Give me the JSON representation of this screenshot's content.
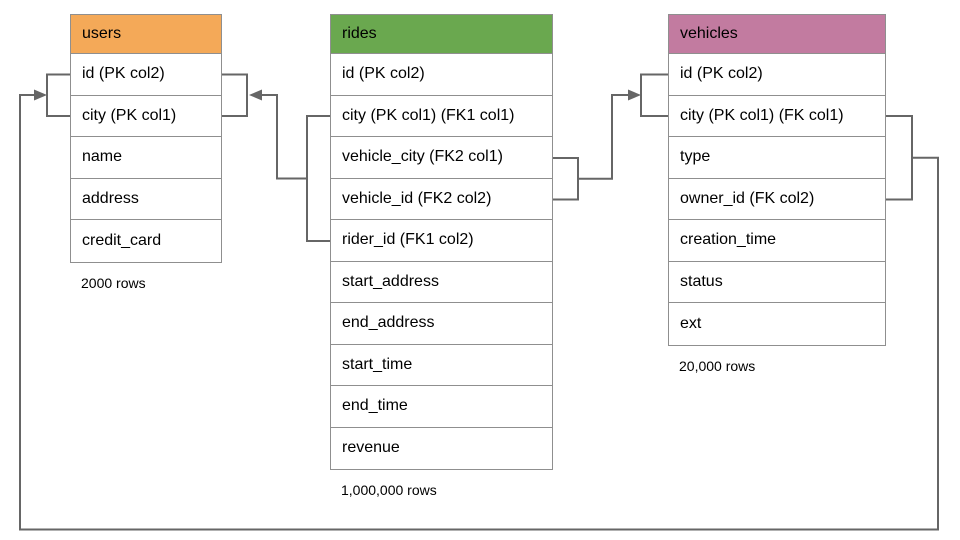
{
  "diagram": {
    "title": "database schema diagram",
    "colors": {
      "users_header": "#F4A958",
      "rides_header": "#6AA84F",
      "vehicles_header": "#C27BA0",
      "table_border": "#8F8F8F",
      "connector": "#666666",
      "background": "#FFFFFF"
    },
    "tables": [
      {
        "name": "users",
        "header_color": "#F4A958",
        "row_count_label": "2000 rows",
        "columns": [
          "id (PK col2)",
          "city (PK col1)",
          "name",
          "address",
          "credit_card"
        ]
      },
      {
        "name": "rides",
        "header_color": "#6AA84F",
        "row_count_label": "1,000,000 rows",
        "columns": [
          "id (PK col2)",
          "city (PK col1) (FK1 col1)",
          "vehicle_city (FK2 col1)",
          "vehicle_id (FK2 col2)",
          "rider_id (FK1 col2)",
          "start_address",
          "end_address",
          "start_time",
          "end_time",
          "revenue"
        ]
      },
      {
        "name": "vehicles",
        "header_color": "#C27BA0",
        "row_count_label": "20,000 rows",
        "columns": [
          "id (PK col2)",
          "city (PK col1) (FK col1)",
          "type",
          "owner_id (FK col2)",
          "creation_time",
          "status",
          "ext"
        ]
      }
    ],
    "relationships": [
      {
        "name": "FK1",
        "from_table": "rides",
        "from_columns": [
          "city (PK col1) (FK1 col1)",
          "rider_id (FK1 col2)"
        ],
        "to_table": "users",
        "to_columns": [
          "id (PK col2)",
          "city (PK col1)"
        ],
        "arrow_points_to": "users"
      },
      {
        "name": "FK2",
        "from_table": "rides",
        "from_columns": [
          "vehicle_city (FK2 col1)",
          "vehicle_id (FK2 col2)"
        ],
        "to_table": "vehicles",
        "to_columns": [
          "id (PK col2)",
          "city (PK col1) (FK col1)"
        ],
        "arrow_points_to": "vehicles"
      },
      {
        "name": "FK",
        "from_table": "vehicles",
        "from_columns": [
          "city (PK col1) (FK col1)",
          "owner_id (FK col2)"
        ],
        "to_table": "users",
        "to_columns": [
          "id (PK col2)",
          "city (PK col1)"
        ],
        "arrow_points_to": "users"
      }
    ]
  }
}
